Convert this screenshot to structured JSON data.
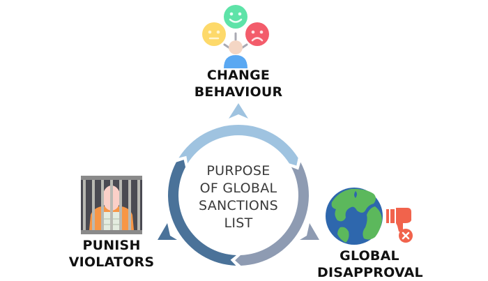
{
  "diagram": {
    "type": "cycle",
    "center_title": [
      "PURPOSE",
      "OF GLOBAL",
      "SANCTIONS",
      "LIST"
    ],
    "nodes": [
      {
        "id": "change-behaviour",
        "label": [
          "CHANGE",
          "BEHAVIOUR"
        ],
        "icon": "emotions-person-icon",
        "position": "top"
      },
      {
        "id": "global-disapproval",
        "label": [
          "GLOBAL",
          "DISAPPROVAL"
        ],
        "icon": "globe-thumbs-down-icon",
        "position": "bottom-right"
      },
      {
        "id": "punish-violators",
        "label": [
          "PUNISH",
          "VIOLATORS"
        ],
        "icon": "prisoner-jail-icon",
        "position": "bottom-left"
      }
    ],
    "cycle_direction": "clockwise",
    "colors": {
      "arc_top": "#9fc3e0",
      "arc_right": "#8e9bb2",
      "arc_left": "#4a7299",
      "face_happy": "#5ee3a8",
      "face_neutral": "#fdd96a",
      "face_sad": "#f35c6b",
      "person_head": "#f4d6c4",
      "person_body": "#5aa8f2",
      "jail_frame": "#7a7a7a",
      "jail_bars": "#b9b9b3",
      "jail_bg": "#4a4a52",
      "prisoner_skin": "#fbd0c8",
      "prisoner_shirt": "#f79646",
      "globe_ocean": "#2e67ad",
      "globe_land": "#5cb85c",
      "thumb_red": "#f1634c"
    }
  }
}
